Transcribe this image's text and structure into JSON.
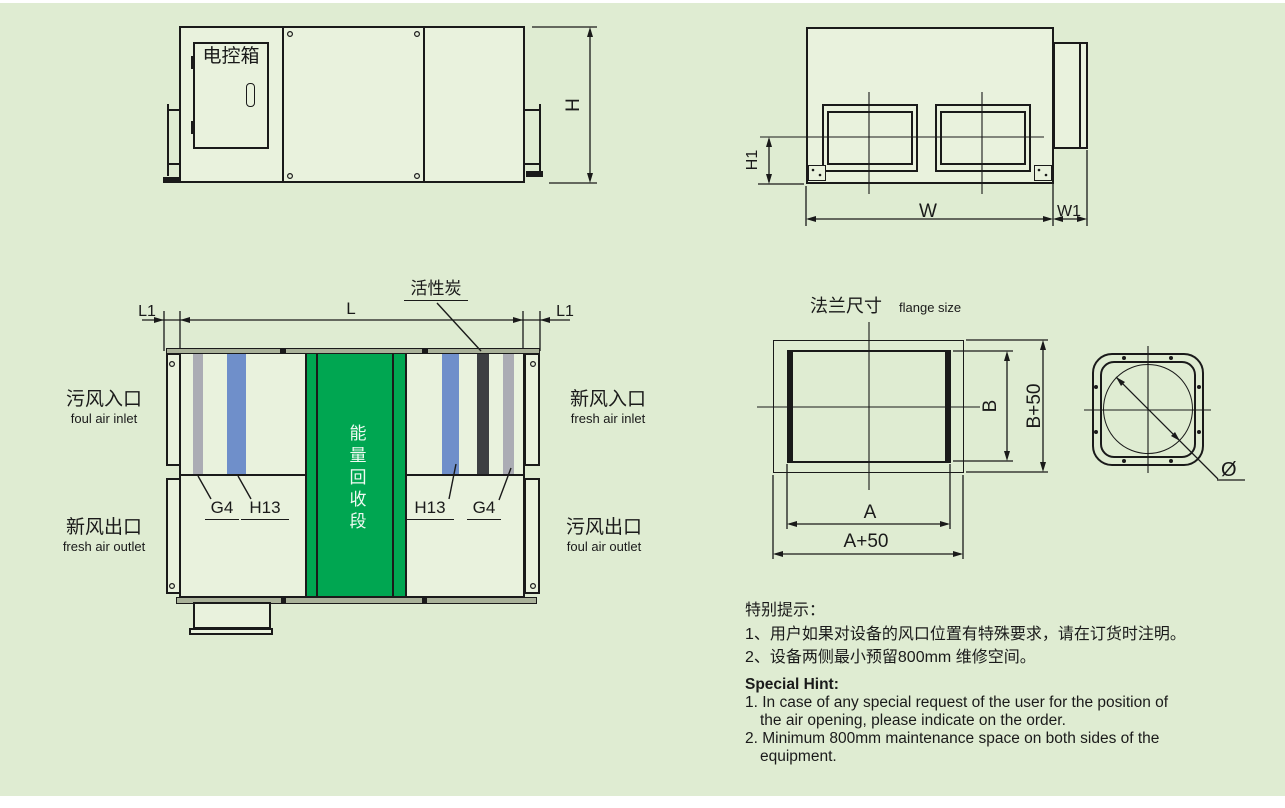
{
  "colors": {
    "background": "#dfecd2",
    "line": "#1a1a1a",
    "core_green": "#00a651",
    "filter_blue": "#6f8fca",
    "filter_gray": "#abacb4",
    "carbon_dark": "#3d3f42"
  },
  "side_view": {
    "control_box_label": "电控箱",
    "dims": {
      "h": "H"
    }
  },
  "end_view": {
    "dims": {
      "h1": "H1",
      "w": "W",
      "w1": "W1"
    }
  },
  "section_view": {
    "dims": {
      "l1_left": "L1",
      "l": "L",
      "l1_right": "L1"
    },
    "carbon_label": "活性炭",
    "core_label": "能量回收段",
    "filter_left_outer": "G4",
    "filter_left_inner": "H13",
    "filter_right_inner": "H13",
    "filter_right_outer": "G4",
    "port_top_left": {
      "zh": "污风入口",
      "en": "foul air inlet"
    },
    "port_bottom_left": {
      "zh": "新风出口",
      "en": "fresh air outlet"
    },
    "port_top_right": {
      "zh": "新风入口",
      "en": "fresh air inlet"
    },
    "port_bottom_right": {
      "zh": "污风出口",
      "en": "foul air outlet"
    }
  },
  "flange_view": {
    "title_zh": "法兰尺寸",
    "title_en": "flange size",
    "dims": {
      "a": "A",
      "a_plus": "A+50",
      "b": "B",
      "b_plus": "B+50",
      "diameter": "Ø"
    }
  },
  "hints": {
    "zh": {
      "title": "特别提示：",
      "line1": "1、用户如果对设备的风口位置有特殊要求，请在订货时注明。",
      "line2": "2、设备两侧最小预留800mm 维修空间。"
    },
    "en": {
      "title": "Special Hint:",
      "line1": "1. In case of any special request of the user for the position of",
      "line1b": "the air opening, please indicate on the order.",
      "line2": "2. Minimum 800mm maintenance space on both sides of the",
      "line2b": "equipment."
    }
  }
}
